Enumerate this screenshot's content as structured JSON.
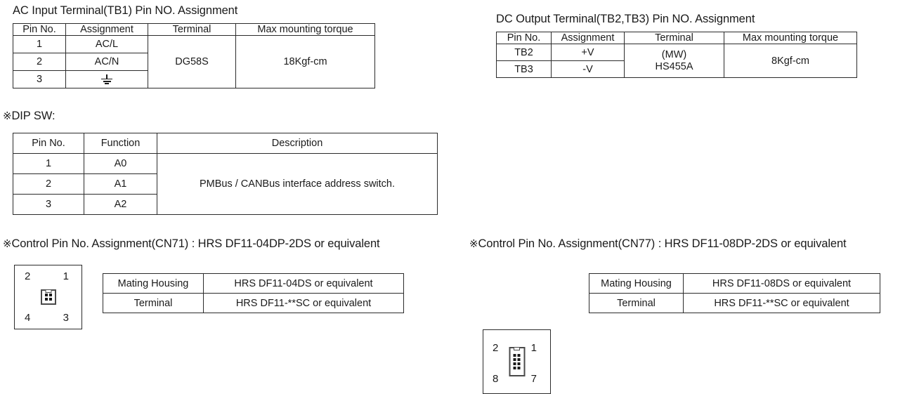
{
  "page": {
    "background": "#ffffff",
    "text_color": "#1a1a1a",
    "border_color": "#2b2b2b"
  },
  "ac_input": {
    "heading": "AC Input Terminal(TB1) Pin NO. Assignment",
    "columns": [
      "Pin No.",
      "Assignment",
      "Terminal",
      "Max mounting torque"
    ],
    "rows": [
      {
        "pin": "1",
        "assignment": "AC/L"
      },
      {
        "pin": "2",
        "assignment": "AC/N"
      },
      {
        "pin": "3",
        "assignment": "earth-ground-symbol"
      }
    ],
    "terminal": "DG58S",
    "torque": "18Kgf-cm"
  },
  "dc_output": {
    "heading": "DC Output Terminal(TB2,TB3) Pin NO. Assignment",
    "columns": [
      "Pin No.",
      "Assignment",
      "Terminal",
      "Max mounting torque"
    ],
    "rows": [
      {
        "pin": "TB2",
        "assignment": "+V"
      },
      {
        "pin": "TB3",
        "assignment": "-V"
      }
    ],
    "terminal_line1": "(MW)",
    "terminal_line2": "HS455A",
    "torque": "8Kgf-cm"
  },
  "dip_sw": {
    "mark": "※",
    "heading": "DIP SW:",
    "columns": [
      "Pin No.",
      "Function",
      "Description"
    ],
    "rows": [
      {
        "pin": "1",
        "function": "A0"
      },
      {
        "pin": "2",
        "function": "A1"
      },
      {
        "pin": "3",
        "function": "A2"
      }
    ],
    "description": "PMBus / CANBus interface address switch."
  },
  "cn71": {
    "mark": "※",
    "heading": "Control Pin No. Assignment(CN71) : HRS DF11-04DP-2DS or equivalent",
    "connector": {
      "pin_count": 4,
      "grid_cols": 2,
      "grid_rows": 2,
      "corner_labels": {
        "top_left": "2",
        "top_right": "1",
        "bottom_left": "4",
        "bottom_right": "3"
      }
    },
    "table": {
      "rows": [
        {
          "label": "Mating Housing",
          "value": "HRS DF11-04DS or equivalent"
        },
        {
          "label": "Terminal",
          "value": "HRS DF11-**SC or equivalent"
        }
      ]
    }
  },
  "cn77": {
    "mark": "※",
    "heading": "Control Pin No. Assignment(CN77) : HRS DF11-08DP-2DS or equivalent",
    "connector": {
      "pin_count": 8,
      "grid_cols": 2,
      "grid_rows": 4,
      "corner_labels": {
        "top_left": "2",
        "top_right": "1",
        "bottom_left": "8",
        "bottom_right": "7"
      }
    },
    "table": {
      "rows": [
        {
          "label": "Mating Housing",
          "value": "HRS DF11-08DS or equivalent"
        },
        {
          "label": "Terminal",
          "value": "HRS DF11-**SC or equivalent"
        }
      ]
    }
  }
}
